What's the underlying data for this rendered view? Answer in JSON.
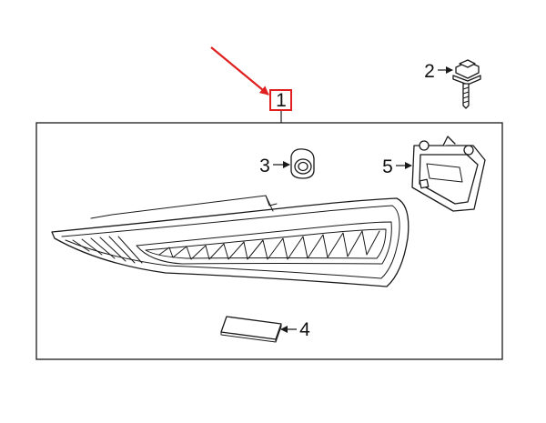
{
  "callouts": {
    "c1": "1",
    "c2": "2",
    "c3": "3",
    "c4": "4",
    "c5": "5"
  },
  "colors": {
    "highlight": "#e02020",
    "line": "#1a1a1a",
    "background": "#ffffff"
  },
  "icons": {
    "pointer": "red-arrow-icon"
  }
}
